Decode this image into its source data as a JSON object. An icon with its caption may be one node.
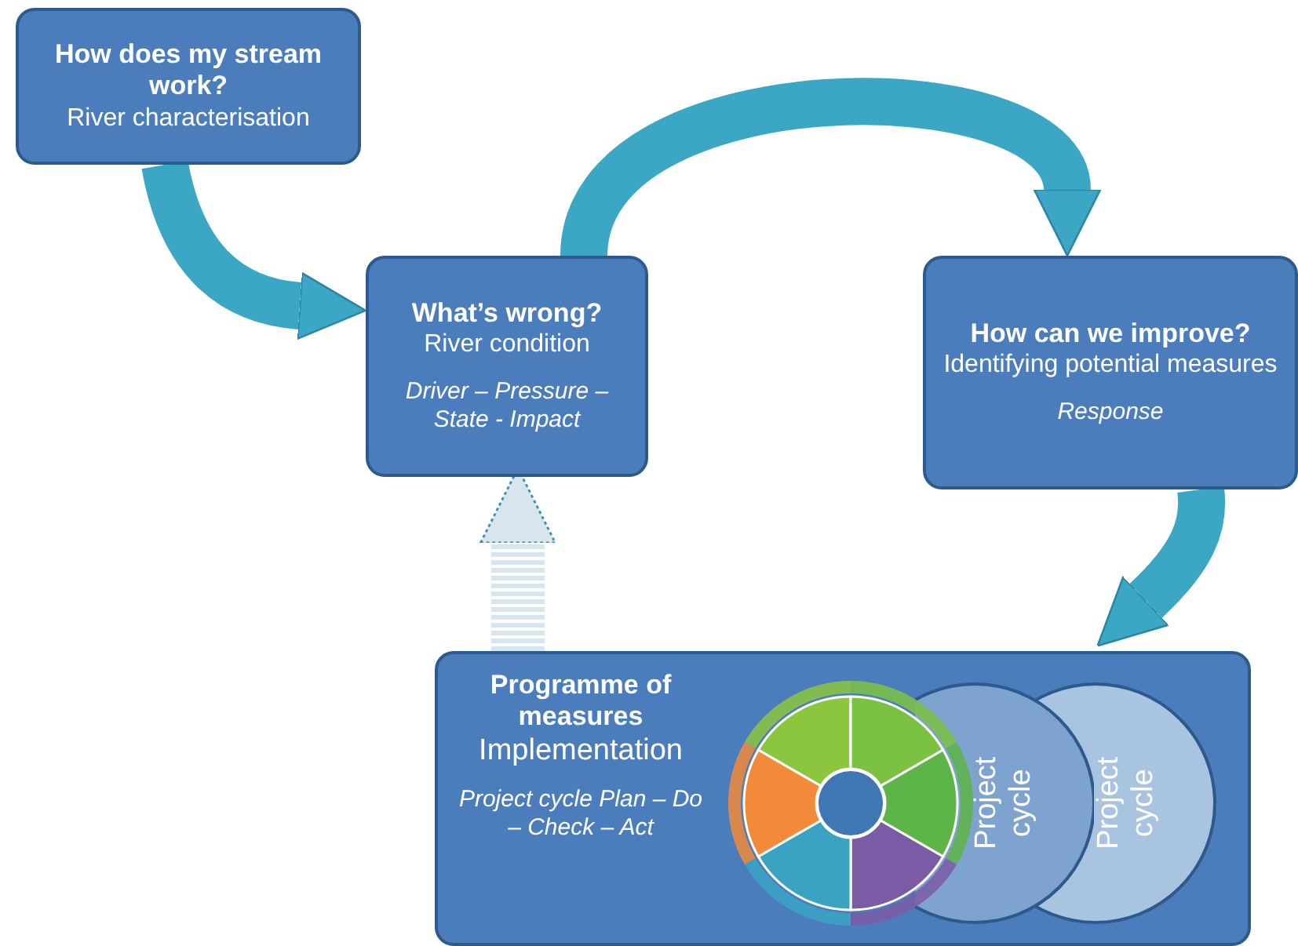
{
  "diagram": {
    "nodes": [
      {
        "text": [
          "How does my stream work?",
          "River characterisation"
        ]
      },
      {
        "text": [
          "What’s wrong?",
          "River condition",
          "Driver – Pressure – State - Impact"
        ]
      },
      {
        "text": [
          "How can we improve?",
          "Identifying potential measures",
          "Response"
        ]
      },
      {
        "text": [
          "Programme of measures",
          "Implementation",
          "Project cycle Plan – Do – Check – Act"
        ]
      },
      {
        "text": [
          "Project cycle"
        ],
        "in": 3
      },
      {
        "text": [
          "Project cycle"
        ],
        "in": 3
      }
    ],
    "edges": [
      {
        "from": 0,
        "to": 1,
        "arrow": "to"
      },
      {
        "from": 1,
        "to": 2,
        "arrow": "to"
      },
      {
        "from": 2,
        "to": 3,
        "arrow": "to"
      },
      {
        "from": 3,
        "to": 1,
        "arrow": "to",
        "style": "dashed",
        "color": "#d6e5ee"
      }
    ]
  }
}
